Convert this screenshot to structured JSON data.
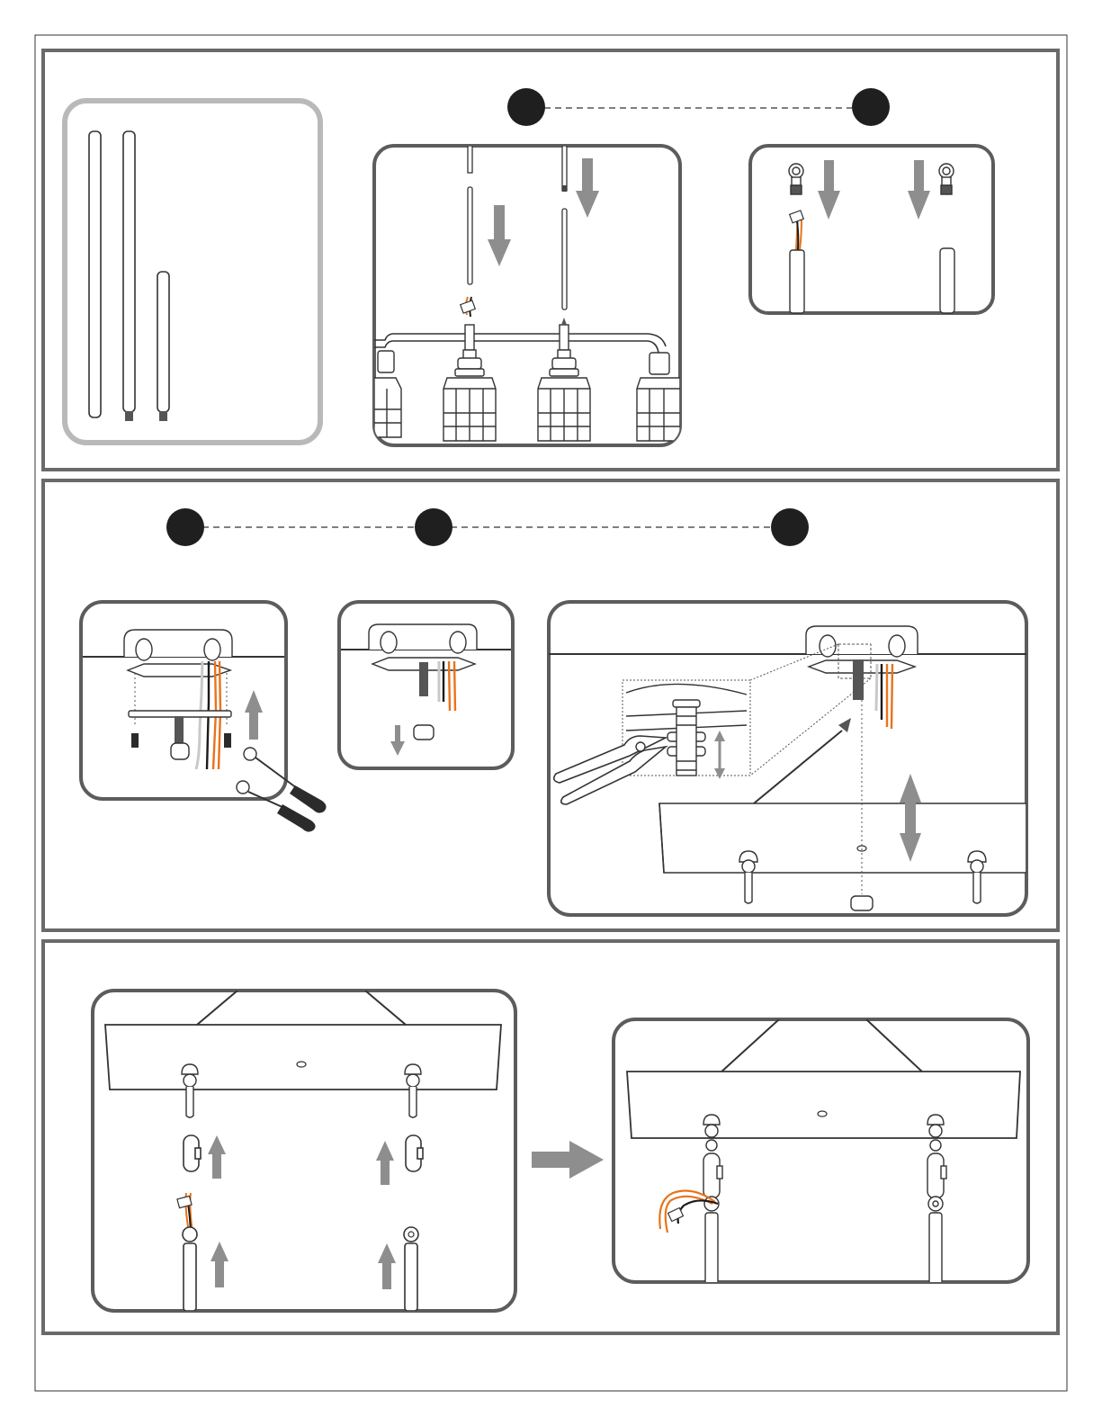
{
  "colors": {
    "line": "#3a3a3a",
    "panel_border": "#5c5c5c",
    "soft_gray": "#b3b3b3",
    "arrow_gray": "#8e8e8e",
    "wire_orange": "#e8731c",
    "wire_black": "#1a1a1a",
    "wire_white": "#c9c9c9",
    "step_dot": "#1f1f1f",
    "handle": "#2b2b2b"
  },
  "sections": [
    {
      "id": "top",
      "steps": 2,
      "panels": [
        "rod-parts",
        "rods-into-fixture",
        "eye-hooks-onto-rods"
      ]
    },
    {
      "id": "middle",
      "steps": 3,
      "panels": [
        "mounting-strap",
        "nipple-and-nut",
        "canopy-raise"
      ]
    },
    {
      "id": "bottom",
      "steps": 0,
      "panels": [
        "chain-link-assembly",
        "hung-result"
      ]
    }
  ],
  "icons": [
    "arrow-up-icon",
    "arrow-down-icon",
    "arrow-right-icon",
    "double-arrow-icon",
    "screwdriver-icon",
    "pliers-icon",
    "screw-icon",
    "wire-connector-icon"
  ]
}
